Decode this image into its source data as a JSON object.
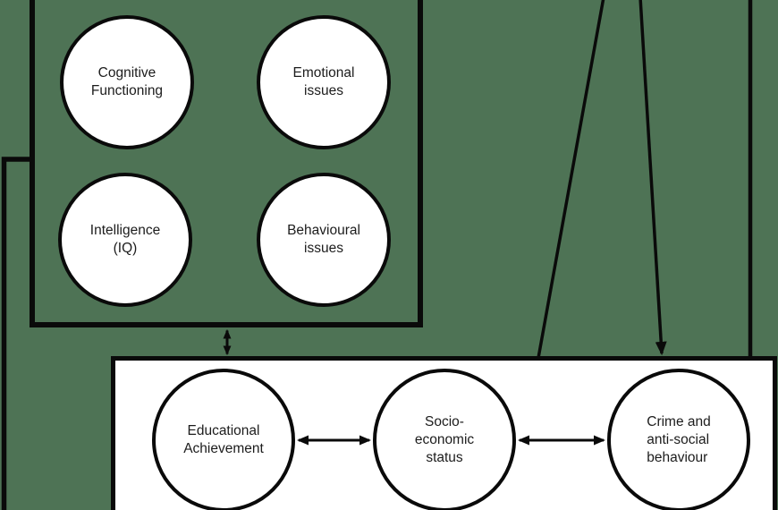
{
  "canvas": {
    "background_color": "#4e7355",
    "stroke_color": "#0a0a0a",
    "node_fill_color": "#ffffff",
    "text_color": "#1c1c1c"
  },
  "individual_factors_group": {
    "nodes": [
      {
        "id": "cognitive-functioning",
        "label": "Cognitive\nFunctioning"
      },
      {
        "id": "emotional-issues",
        "label": "Emotional\nissues"
      },
      {
        "id": "intelligence-iq",
        "label": "Intelligence\n(IQ)"
      },
      {
        "id": "behavioural-issues",
        "label": "Behavioural\nissues"
      }
    ]
  },
  "outcomes_group": {
    "nodes": [
      {
        "id": "educational-achievement",
        "label": "Educational\nAchievement"
      },
      {
        "id": "socio-economic-status",
        "label": "Socio-\neconomic\nstatus"
      },
      {
        "id": "crime-anti-social-behaviour",
        "label": "Crime and\nanti-social\nbehaviour"
      }
    ]
  },
  "connections": [
    {
      "id": "factors-outcomes-link",
      "type": "double-headed-arrow",
      "from": "individual-factors-box",
      "to": "outcomes-box"
    },
    {
      "id": "educational-socioeconomic-link",
      "type": "double-headed-arrow",
      "from": "educational-achievement",
      "to": "socio-economic-status"
    },
    {
      "id": "socioeconomic-crime-link",
      "type": "double-headed-arrow",
      "from": "socio-economic-status",
      "to": "crime-anti-social-behaviour"
    },
    {
      "id": "diagonal-line-to-outcomes-box",
      "type": "line",
      "from": "offscreen-top",
      "to": "outcomes-box"
    },
    {
      "id": "down-arrow-to-outcomes-box",
      "type": "arrow",
      "from": "offscreen-top",
      "to": "outcomes-box"
    },
    {
      "id": "right-vertical-line-to-outcomes-box",
      "type": "line",
      "from": "offscreen-top",
      "to": "outcomes-box"
    },
    {
      "id": "left-elbow-line",
      "type": "elbow-line",
      "from": "individual-factors-box",
      "to": "offscreen-bottom"
    }
  ]
}
